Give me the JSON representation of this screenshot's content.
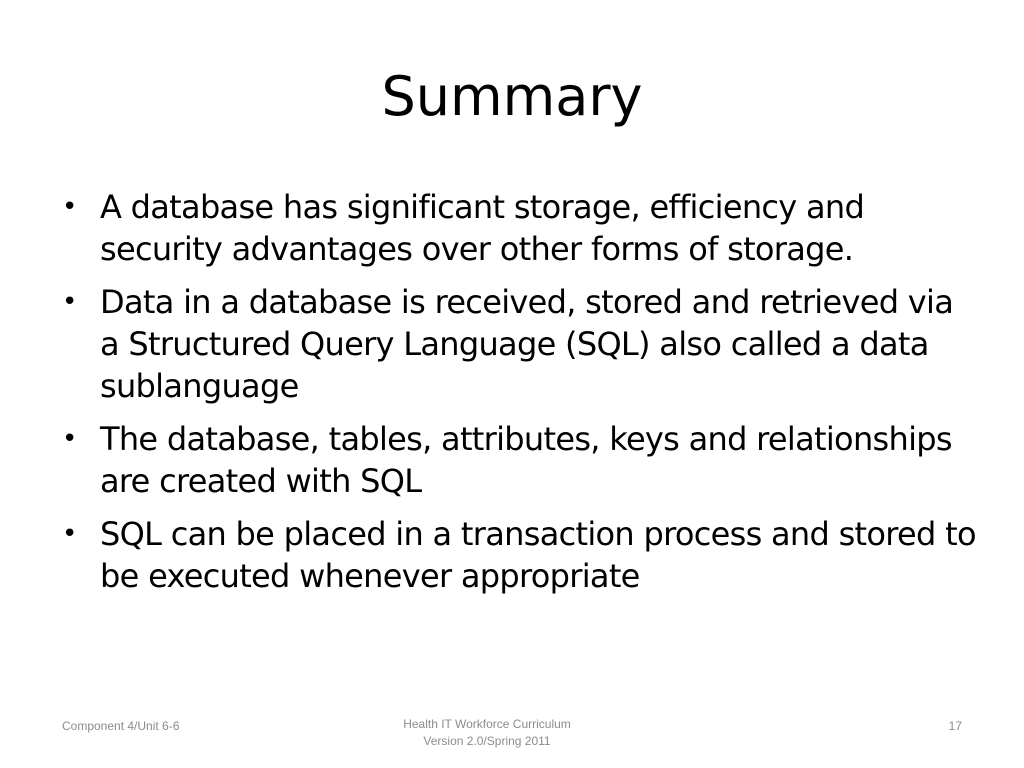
{
  "slide": {
    "title": "Summary",
    "bullets": [
      "A database has significant storage, efficiency and security advantages over other forms of storage.",
      "Data in a database is received, stored and retrieved via a Structured Query Language (SQL) also called a data sublanguage",
      "The database, tables, attributes, keys and relationships are created with SQL",
      "SQL can be placed in a transaction process and stored to be executed whenever appropriate"
    ],
    "bullet_symbol": "•"
  },
  "footer": {
    "left": "Component 4/Unit 6-6",
    "center_line1": "Health IT Workforce Curriculum",
    "center_line2": "Version 2.0/Spring 2011",
    "page_number": "17"
  },
  "colors": {
    "background": "#ffffff",
    "text": "#000000",
    "footer_text": "#8c8c8c"
  }
}
